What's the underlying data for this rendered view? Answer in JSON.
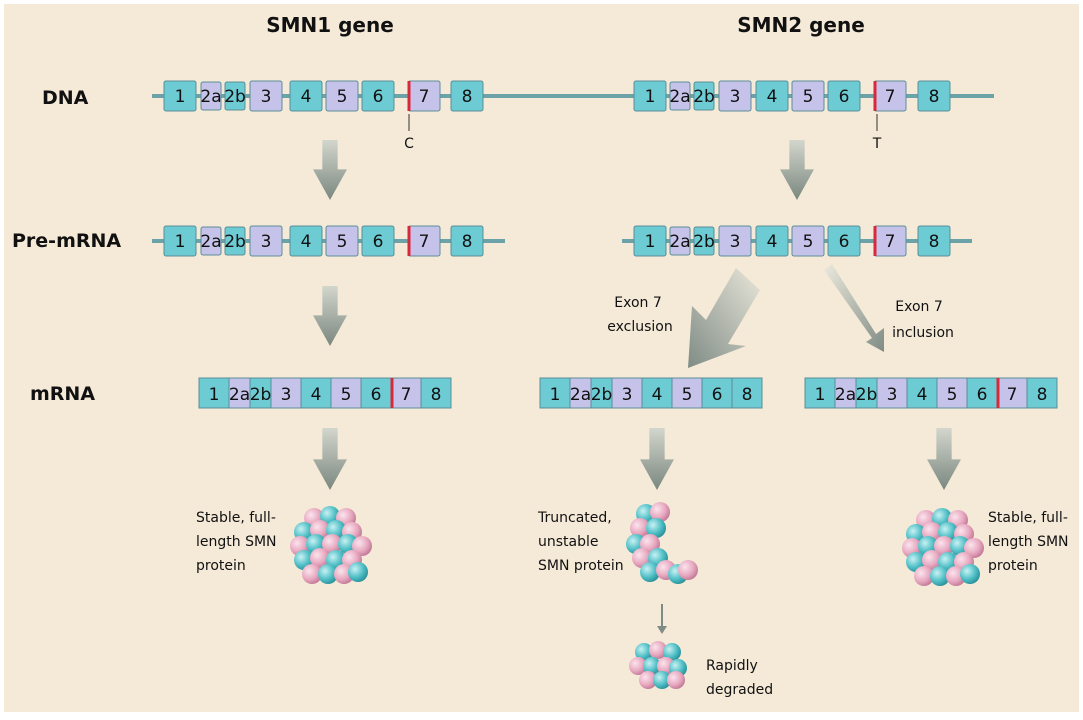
{
  "headers": {
    "smn1": "SMN1 gene",
    "smn2": "SMN2 gene"
  },
  "rows": {
    "dna": "DNA",
    "pre_mrna": "Pre-mRNA",
    "mrna": "mRNA"
  },
  "exons": [
    "1",
    "2a",
    "2b",
    "3",
    "4",
    "5",
    "6",
    "7",
    "8"
  ],
  "mrna_exon7_excluded": [
    "1",
    "2a",
    "2b",
    "3",
    "4",
    "5",
    "6",
    "8"
  ],
  "nucleotides": {
    "smn1": "C",
    "smn2": "T"
  },
  "splicing": {
    "exclusion": [
      "Exon 7",
      "exclusion"
    ],
    "inclusion": [
      "Exon 7",
      "inclusion"
    ]
  },
  "outcomes": {
    "smn1_protein": [
      "Stable, full-",
      "length SMN",
      "protein"
    ],
    "smn2_truncated": [
      "Truncated,",
      "unstable",
      "SMN protein"
    ],
    "smn2_full": [
      "Stable, full-",
      "length SMN",
      "protein"
    ],
    "degraded": [
      "Rapidly",
      "degraded"
    ]
  },
  "colors": {
    "background": "#f5ead8",
    "exon_teal": "#6ccbd3",
    "exon_lavender": "#c5c3ea",
    "line": "#6ba3a9",
    "marker_red": "#d8283c",
    "arrow": "#7f8c85",
    "bead_pink": "#e8a9c0",
    "bead_teal": "#4fbfc6"
  }
}
